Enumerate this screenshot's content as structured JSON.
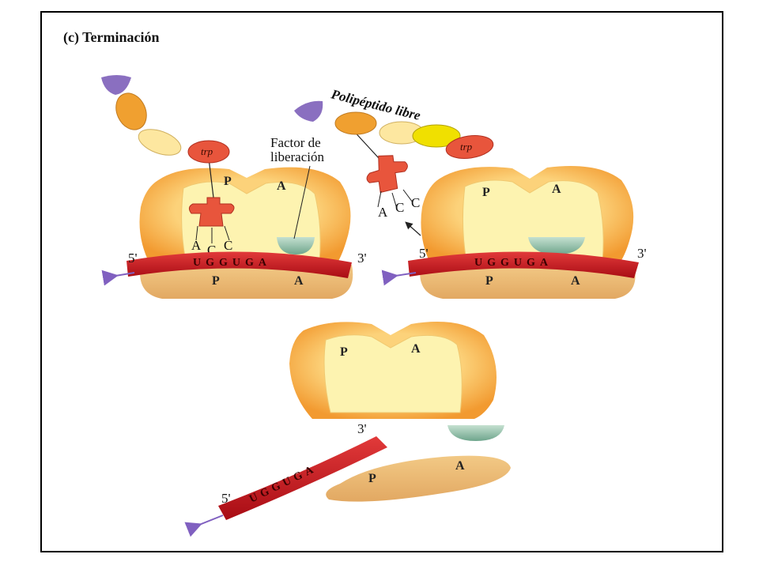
{
  "figure": {
    "title": "(c) Terminación",
    "labels": {
      "free_polypeptide": "Polipéptido libre",
      "release_factor_line1": "Factor de",
      "release_factor_line2": "liberación"
    },
    "site_p": "P",
    "site_a": "A",
    "amino_acid": "trp",
    "anticodon": [
      "A",
      "C",
      "C"
    ],
    "mrna_codons": "UGGUGA",
    "mrna_5prime": "5'",
    "mrna_3prime": "3'"
  },
  "colors": {
    "frame_border": "#000000",
    "ribosome_outer": "#f6a53c",
    "ribosome_inner": "#fdf3b0",
    "small_subunit": "#e8b66e",
    "mrna": "#c8141e",
    "trna": "#e8553c",
    "release_factor": "#8fbfa8",
    "bead_purple": "#8a6fc0",
    "bead_orange": "#f0a030",
    "bead_cream": "#fde7a0",
    "bead_yellow": "#f0e000",
    "bead_trp": "#e8553c",
    "arrow": "#8060c0"
  }
}
